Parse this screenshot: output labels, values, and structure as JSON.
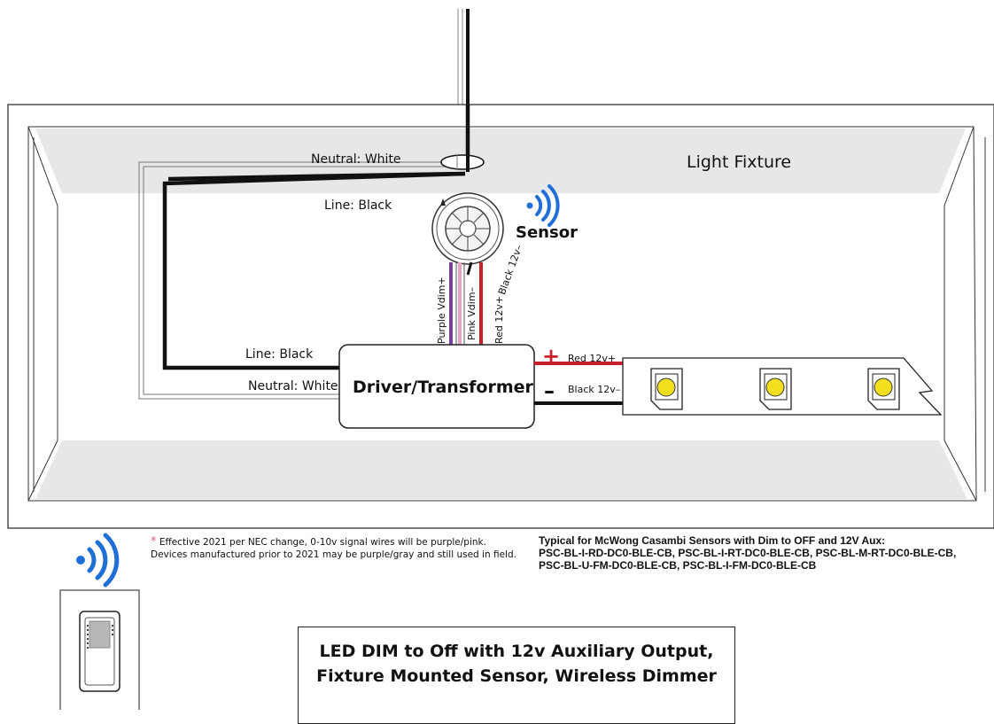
{
  "labels": {
    "fixture": "Light Fixture",
    "sensor": "Sensor",
    "driver": "Driver/Transformer",
    "neutral_top": "Neutral: White",
    "line_top": "Line: Black",
    "line_mid": "Line: Black",
    "neutral_mid": "Neutral: White",
    "purple": "Purple Vdim+",
    "pink": "Pink Vdim–",
    "red_v": "Red 12v+",
    "black_v": "Black 12v–",
    "red_out": "Red 12v+",
    "black_out": "Black 12v–",
    "plus": "+",
    "minus": "–"
  },
  "note": {
    "star": "*",
    "line1": "Effective 2021 per NEC change, 0-10v signal wires will be purple/pink.",
    "line2": "Devices manufactured prior to 2021 may be purple/gray and still used in field."
  },
  "typical": {
    "heading": "Typical for McWong Casambi Sensors with Dim to OFF and 12V Aux:",
    "line1": "PSC-BL-I-RD-DC0-BLE-CB, PSC-BL-I-RT-DC0-BLE-CB, PSC-BL-M-RT-DC0-BLE-CB,",
    "line2": "PSC-BL-U-FM-DC0-BLE-CB, PSC-BL-I-FM-DC0-BLE-CB"
  },
  "title": {
    "line1": "LED DIM to Off with 12v Auxiliary Output,",
    "line2": "Fixture Mounted Sensor, Wireless Dimmer"
  },
  "colors": {
    "purple": "#7b3fa0",
    "pink": "#e7a3c6",
    "red": "#c8202a",
    "wireless": "#1f6fd6",
    "led": "#f2df1d",
    "fixture_fill": "#e6e7e8"
  }
}
